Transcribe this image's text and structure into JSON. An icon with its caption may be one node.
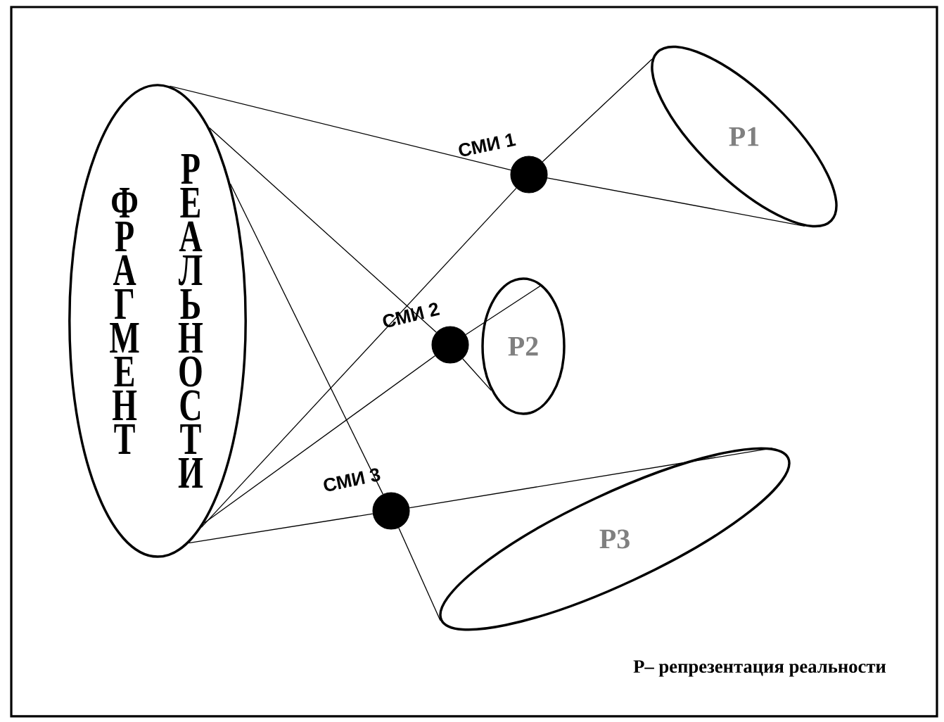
{
  "diagram": {
    "nodes": [
      {
        "text": [
          "ФРАГМЕНТ",
          "РЕАЛЬНОСТИ"
        ]
      },
      {
        "text": [],
        "shape": "circle",
        "beside": [
          "СМИ 1"
        ]
      },
      {
        "text": [
          "Р1"
        ]
      },
      {
        "text": [],
        "shape": "circle",
        "beside": [
          "СМИ 2"
        ]
      },
      {
        "text": [
          "Р2"
        ]
      },
      {
        "text": [],
        "shape": "circle",
        "beside": [
          "СМИ 3"
        ]
      },
      {
        "text": [
          "Р3"
        ]
      }
    ],
    "edges": [
      {
        "from": 0,
        "to": 1,
        "arrow": "none"
      },
      {
        "from": 0,
        "to": 1,
        "arrow": "none"
      },
      {
        "from": 1,
        "to": 2,
        "arrow": "none"
      },
      {
        "from": 1,
        "to": 2,
        "arrow": "none"
      },
      {
        "from": 0,
        "to": 3,
        "arrow": "none"
      },
      {
        "from": 0,
        "to": 3,
        "arrow": "none"
      },
      {
        "from": 3,
        "to": 4,
        "arrow": "none"
      },
      {
        "from": 3,
        "to": 4,
        "arrow": "none"
      },
      {
        "from": 0,
        "to": 5,
        "arrow": "none"
      },
      {
        "from": 0,
        "to": 5,
        "arrow": "none"
      },
      {
        "from": 5,
        "to": 6,
        "arrow": "none"
      },
      {
        "from": 5,
        "to": 6,
        "arrow": "none"
      }
    ],
    "labels": [
      "Р– репрезентация реальности"
    ]
  }
}
